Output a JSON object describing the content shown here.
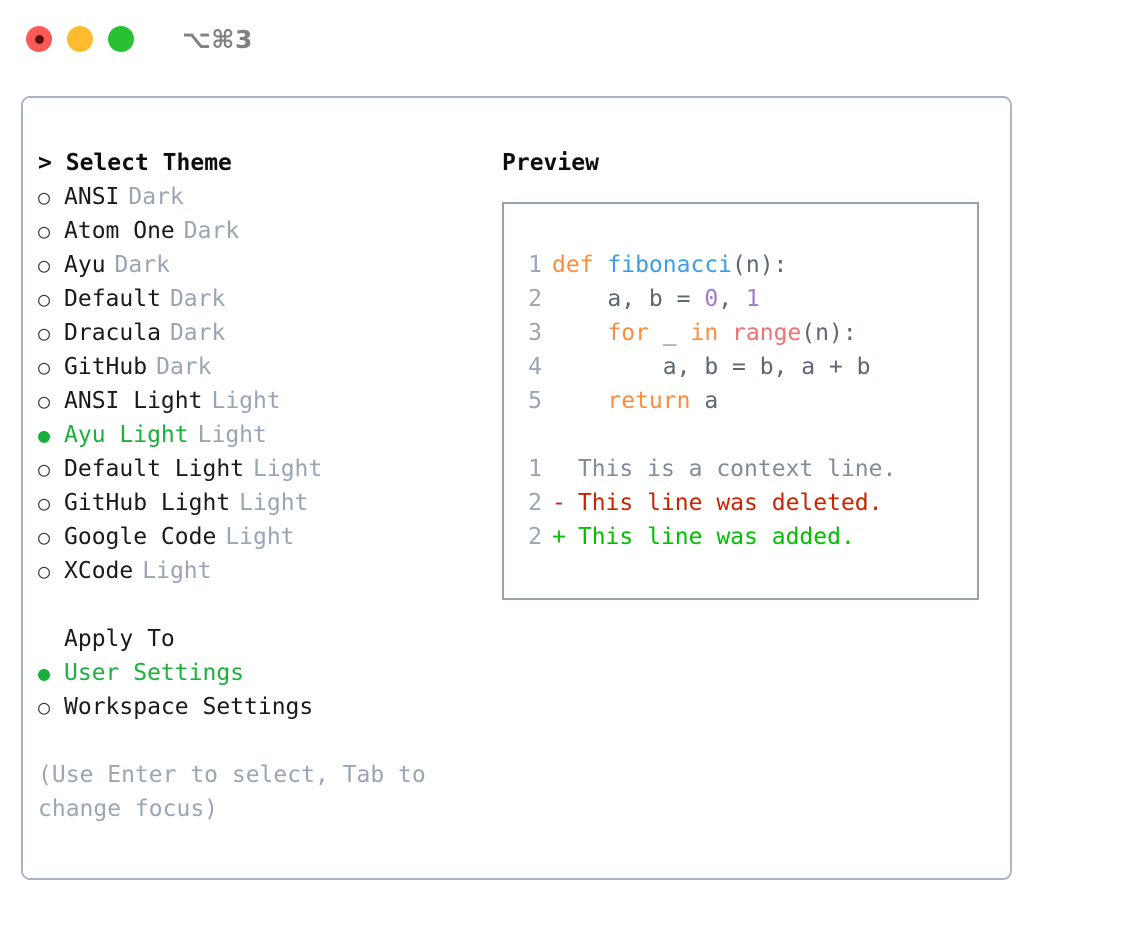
{
  "window": {
    "title": "⌥⌘3",
    "traffic_lights": [
      {
        "name": "close",
        "color": "#fc5a58"
      },
      {
        "name": "minimize",
        "color": "#fdbc2f"
      },
      {
        "name": "maximize",
        "color": "#2ac036"
      }
    ]
  },
  "theme_section": {
    "caret": ">",
    "header": "Select Theme",
    "bullet_unselected": "○",
    "bullet_selected": "●",
    "items": [
      {
        "name": "ANSI",
        "kind": "Dark",
        "selected": false
      },
      {
        "name": "Atom One",
        "kind": "Dark",
        "selected": false
      },
      {
        "name": "Ayu",
        "kind": "Dark",
        "selected": false
      },
      {
        "name": "Default",
        "kind": "Dark",
        "selected": false
      },
      {
        "name": "Dracula",
        "kind": "Dark",
        "selected": false
      },
      {
        "name": "GitHub",
        "kind": "Dark",
        "selected": false
      },
      {
        "name": "ANSI Light",
        "kind": "Light",
        "selected": false
      },
      {
        "name": "Ayu Light",
        "kind": "Light",
        "selected": true
      },
      {
        "name": "Default Light",
        "kind": "Light",
        "selected": false
      },
      {
        "name": "GitHub Light",
        "kind": "Light",
        "selected": false
      },
      {
        "name": "Google Code",
        "kind": "Light",
        "selected": false
      },
      {
        "name": "XCode",
        "kind": "Light",
        "selected": false
      }
    ]
  },
  "apply_section": {
    "header": "Apply To",
    "items": [
      {
        "name": "User Settings",
        "selected": true
      },
      {
        "name": "Workspace Settings",
        "selected": false
      }
    ]
  },
  "hint": "(Use Enter to select, Tab to change focus)",
  "preview": {
    "title": "Preview",
    "code_lines": [
      {
        "lineno": "1",
        "tokens": [
          {
            "text": "def ",
            "type": "kw"
          },
          {
            "text": "fibonacci",
            "type": "fn"
          },
          {
            "text": "(n):",
            "type": "punct"
          }
        ]
      },
      {
        "lineno": "2",
        "tokens": [
          {
            "text": "    a, b = ",
            "type": "var"
          },
          {
            "text": "0",
            "type": "num"
          },
          {
            "text": ", ",
            "type": "punct"
          },
          {
            "text": "1",
            "type": "num"
          }
        ]
      },
      {
        "lineno": "3",
        "tokens": [
          {
            "text": "    for ",
            "type": "kw"
          },
          {
            "text": "_ ",
            "type": "var"
          },
          {
            "text": "in ",
            "type": "kw"
          },
          {
            "text": "range",
            "type": "builtin"
          },
          {
            "text": "(n):",
            "type": "punct"
          }
        ]
      },
      {
        "lineno": "4",
        "tokens": [
          {
            "text": "        a, b = b, a + b",
            "type": "var"
          }
        ]
      },
      {
        "lineno": "5",
        "tokens": [
          {
            "text": "    return ",
            "type": "kw"
          },
          {
            "text": "a",
            "type": "var"
          }
        ]
      }
    ],
    "diff_lines": [
      {
        "lineno": "1",
        "marker": " ",
        "text": "This is a context line.",
        "type": "ctx"
      },
      {
        "lineno": "2",
        "marker": "-",
        "text": "This line was deleted.",
        "type": "del"
      },
      {
        "lineno": "2",
        "marker": "+",
        "text": "This line was added.",
        "type": "add"
      }
    ]
  },
  "colors": {
    "accent_green": "#1bb03c",
    "muted": "#99a4b4",
    "border": "#adb5c4",
    "preview_border": "#96a2b2",
    "keyword": "#fa8d3e",
    "function": "#399ee6",
    "number": "#a37acc",
    "builtin": "#f07171",
    "diff_delete": "#cc2200",
    "diff_add": "#00c000"
  }
}
